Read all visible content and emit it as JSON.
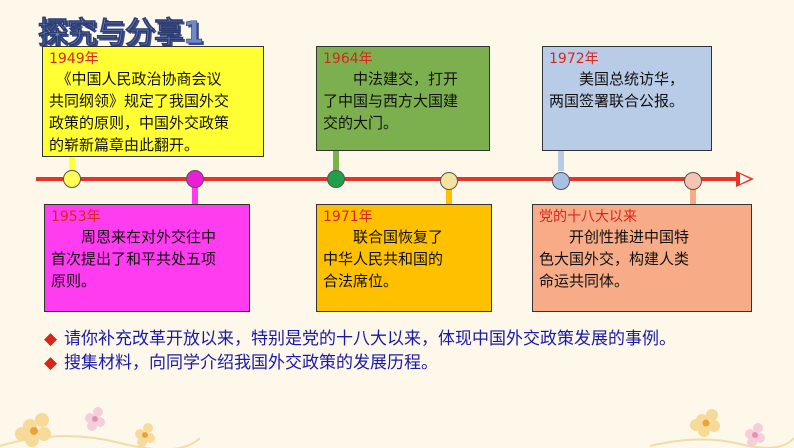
{
  "header": {
    "title": "探究与分享1"
  },
  "timeline": {
    "cards_top": [
      {
        "year": "1949年",
        "description": "　《中国人民政治协商会议\n共同纲领》规定了我国外交\n政策的原则，中国外交政策\n的崭新篇章由此翻开。",
        "color": "#ffff33"
      },
      {
        "year": "1964年",
        "description": "　　中法建交，打开\n了中国与西方大国建\n交的大门。",
        "color": "#7cb04f"
      },
      {
        "year": "1972年",
        "description": "　　美国总统访华，\n两国签署联合公报。",
        "color": "#b8cce7"
      }
    ],
    "cards_bottom": [
      {
        "year": "1953年",
        "description": "　　周恩来在对外交往中\n首次提出了和平共处五项\n原则。",
        "color": "#ff3cf0"
      },
      {
        "year": "1971年",
        "description": "　　联合国恢复了\n中华人民共和国的\n合法席位。",
        "color": "#ffc000"
      },
      {
        "year": "党的十八大以来",
        "description": "　　开创性推进中国特\n色大国外交，构建人类\n命运共同体。",
        "color": "#f7ac87"
      }
    ]
  },
  "bullets": [
    {
      "mark": "◆",
      "text": "请你补充改革开放以来，特别是党的十八大以来，体现中国外交政策发展的事例。"
    },
    {
      "mark": "◆",
      "text": "搜集材料，向同学介绍我国外交政策的发展历程。"
    }
  ],
  "colors": {
    "timeline": "#e8332a",
    "title": "#6f88c6",
    "bullet_text": "#1a1aa8",
    "year_text": "#d9261c",
    "background": "#fdf8ea"
  }
}
